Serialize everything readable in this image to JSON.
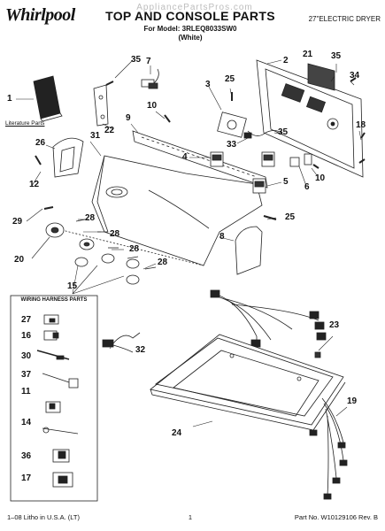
{
  "header": {
    "brand": "Whirlpool",
    "watermark": "AppliancePartsPros.com",
    "title": "TOP AND CONSOLE PARTS",
    "model": "For Model: 3RLEQ8033SW0",
    "color": "(White)",
    "product": "27\"ELECTRIC DRYER"
  },
  "labels": {
    "literature_parts": "Literature Parts",
    "wiring_harness_parts": "WIRING HARNESS PARTS"
  },
  "callouts": [
    "1",
    "2",
    "3",
    "4",
    "5",
    "6",
    "7",
    "8",
    "9",
    "10",
    "10",
    "11",
    "12",
    "14",
    "15",
    "16",
    "17",
    "18",
    "19",
    "20",
    "21",
    "22",
    "23",
    "24",
    "25",
    "25",
    "26",
    "27",
    "28",
    "28",
    "28",
    "28",
    "29",
    "30",
    "31",
    "32",
    "33",
    "34",
    "35",
    "35",
    "35",
    "36",
    "37"
  ],
  "footer": {
    "left": "1–08 Litho in U.S.A. (LT)",
    "page": "1",
    "right": "Part No. W10129106 Rev. B"
  }
}
